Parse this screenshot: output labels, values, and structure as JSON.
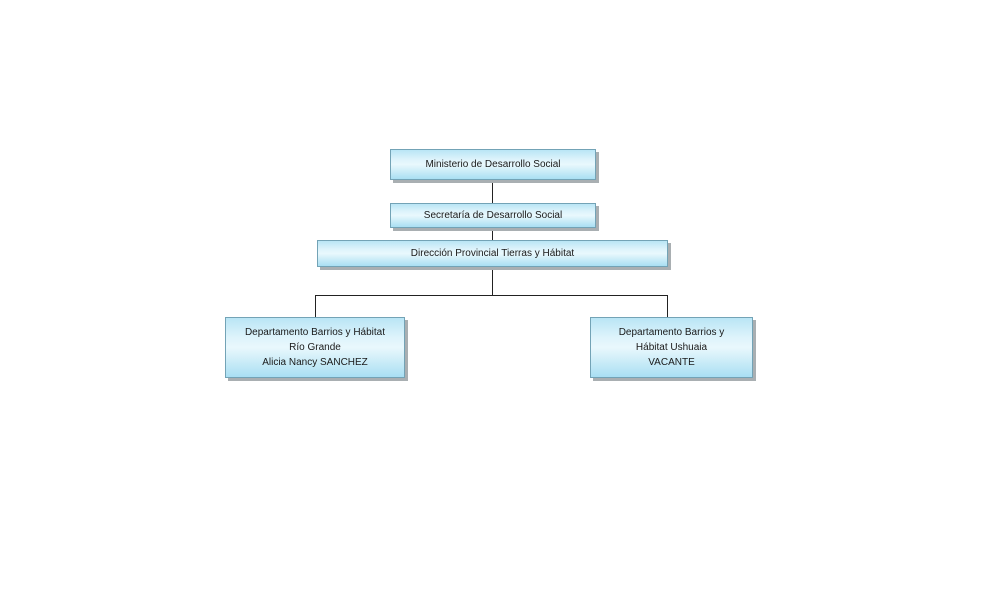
{
  "page": {
    "background_color": "#ffffff",
    "kind": "organizational-chart"
  },
  "org_chart": {
    "node_fill_top": "#b9e5f5",
    "node_fill_middle": "#e9f8fd",
    "node_fill_bottom": "#a9dff3",
    "node_border_color": "#73a3b6",
    "node_shadow_color": "#a9afb2",
    "connector_color": "#222222",
    "text_color": "#1a1a1a",
    "nodes": [
      {
        "id": "ministerio",
        "level": 1,
        "lines": [
          "Ministerio de Desarrollo Social"
        ]
      },
      {
        "id": "secretaria",
        "level": 2,
        "parent": "ministerio",
        "lines": [
          "Secretaría de Desarrollo Social"
        ]
      },
      {
        "id": "direccion",
        "level": 3,
        "parent": "secretaria",
        "lines": [
          "Dirección Provincial Tierras y Hábitat"
        ]
      },
      {
        "id": "dept-rio-grande",
        "level": 4,
        "parent": "direccion",
        "lines": [
          "Departamento Barrios y Hábitat",
          "Río Grande",
          "Alicia Nancy SANCHEZ"
        ]
      },
      {
        "id": "dept-ushuaia",
        "level": 4,
        "parent": "direccion",
        "lines": [
          "Departamento Barrios y",
          "Hábitat Ushuaia",
          "VACANTE"
        ]
      }
    ],
    "edges": [
      {
        "from": "ministerio",
        "to": "secretaria"
      },
      {
        "from": "secretaria",
        "to": "direccion"
      },
      {
        "from": "direccion",
        "to": "dept-rio-grande"
      },
      {
        "from": "direccion",
        "to": "dept-ushuaia"
      }
    ]
  }
}
